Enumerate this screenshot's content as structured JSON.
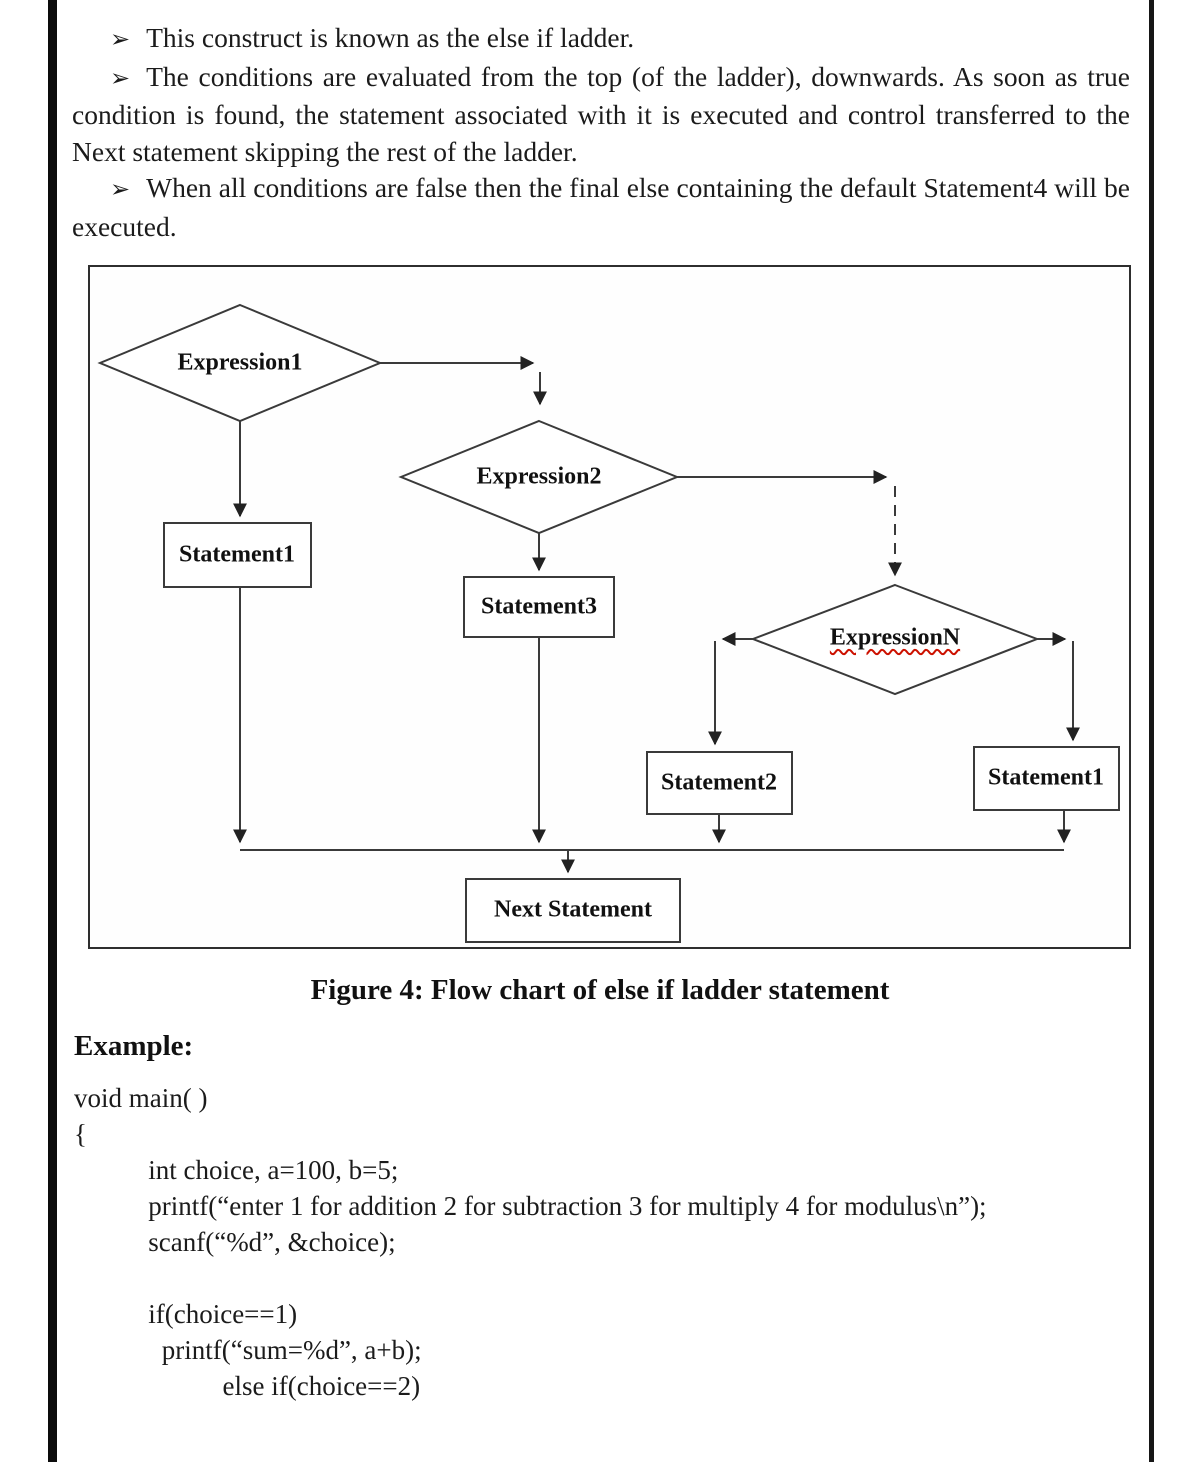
{
  "intro": {
    "bullet_char": "➢",
    "bullets": [
      "This construct is known as the else if ladder.",
      "The conditions are evaluated from the top (of the ladder), downwards. As soon as true condition is found, the statement associated with it is executed and control transferred to the Next statement skipping the rest of the ladder.",
      "When all conditions are false then the final else containing the default Statement4 will be executed."
    ]
  },
  "flowchart": {
    "stroke_color": "#3a3a3a",
    "misspell_underline_color": "#cc1100",
    "nodes": {
      "expression1": {
        "label": "Expression1",
        "type": "decision"
      },
      "expression2": {
        "label": "Expression2",
        "type": "decision"
      },
      "expressionN": {
        "label": "ExpressionN",
        "type": "decision"
      },
      "statement1_left": {
        "label": "Statement1",
        "type": "process"
      },
      "statement3": {
        "label": "Statement3",
        "type": "process"
      },
      "statement2": {
        "label": "Statement2",
        "type": "process"
      },
      "statement1_right": {
        "label": "Statement1",
        "type": "process"
      },
      "next_statement": {
        "label": "Next Statement",
        "type": "process"
      }
    }
  },
  "caption": "Figure 4: Flow chart of else if ladder statement",
  "example": {
    "heading": "Example:",
    "code": [
      "void main( )",
      "{",
      "           int choice, a=100, b=5;",
      "           printf(“enter 1 for addition 2 for subtraction 3 for multiply 4 for modulus\\n”);",
      "           scanf(“%d”, &choice);",
      "",
      "           if(choice==1)",
      "             printf(“sum=%d”, a+b);",
      "                      else if(choice==2)"
    ]
  }
}
